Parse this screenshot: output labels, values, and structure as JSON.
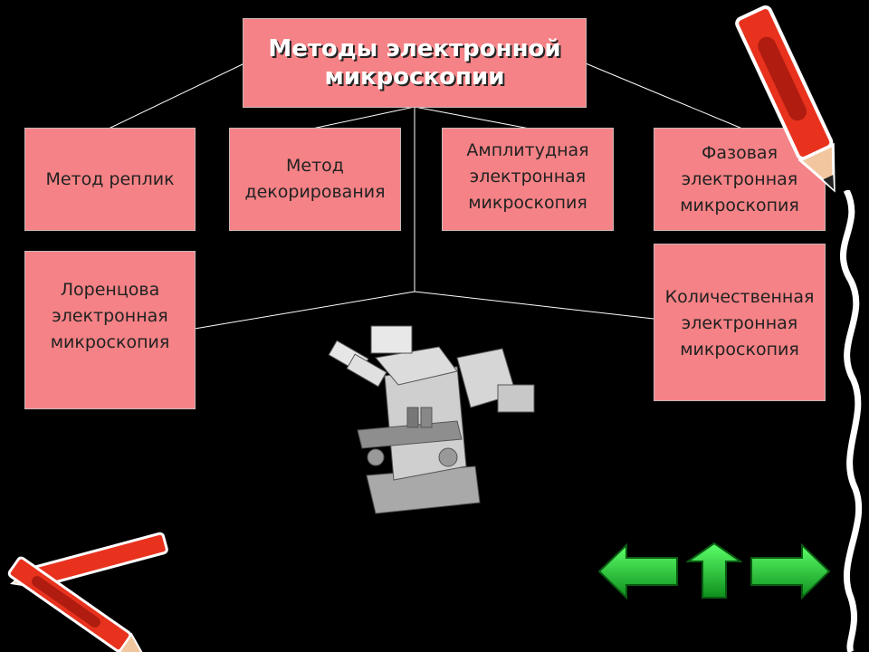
{
  "title": "Методы электронной\nмикроскопии",
  "methods": [
    "Метод реплик",
    "Метод\nдекорирования",
    "Амплитудная\nэлектронная\nмикроскопия",
    "Фазовая\nэлектронная\nмикроскопия",
    "Лоренцова\nэлектронная\nмикроскопия",
    "Количественная\nэлектронная\nмикроскопия"
  ],
  "colors": {
    "box_fill": "#f58286",
    "background": "#000000",
    "nav_arrows": "#22cc33",
    "pencil": "#e8321e"
  },
  "nav": {
    "back_icon": "arrow-left-icon",
    "home_icon": "arrow-up-icon",
    "forward_icon": "arrow-right-icon"
  }
}
